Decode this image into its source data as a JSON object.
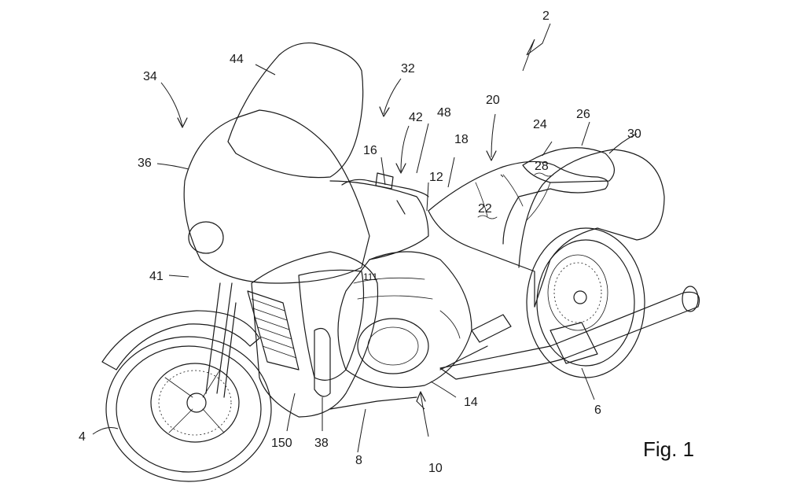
{
  "figure_label": "Fig. 1",
  "reference_numerals": {
    "n2": "2",
    "n4": "4",
    "n6": "6",
    "n8": "8",
    "n10": "10",
    "n12": "12",
    "n14": "14",
    "n16": "16",
    "n18": "18",
    "n20": "20",
    "n22": "22",
    "n24": "24",
    "n26": "26",
    "n28": "28",
    "n30": "30",
    "n32": "32",
    "n34": "34",
    "n36": "36",
    "n38": "38",
    "n41": "41",
    "n42": "42",
    "n44": "44",
    "n48": "48",
    "n111": "111",
    "n150": "150"
  }
}
